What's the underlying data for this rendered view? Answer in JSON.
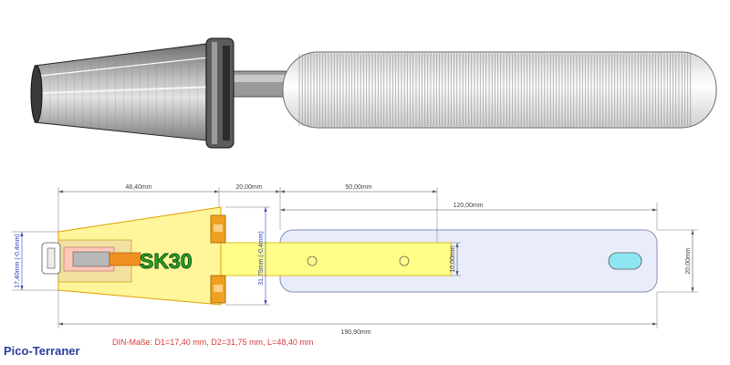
{
  "drawing": {
    "model_label": "SK30",
    "caption": "DIN-Maße: D1=17,40 mm, D2=31,75 mm, L=48,40 mm",
    "brand": "Pico-Terraner",
    "dimensions": {
      "cone_length": "48,40mm",
      "cone_to_handle": "20,00mm",
      "shaft_length": "50,00mm",
      "handle_length": "120,00mm",
      "total_length": "190,90mm",
      "d1": "17,40mm (-0,4mm)",
      "d2": "31,75mm (-0,4mm)",
      "shaft_height": "10,00mm",
      "handle_height": "20,00mm"
    },
    "colors": {
      "cone_fill": "#fff59a",
      "cone_stroke": "#e0a000",
      "flange": "#f0a020",
      "handle_fill": "#e9ecfb",
      "handle_stroke": "#8a8fb4",
      "shaft_fill": "#ffff88",
      "label_green": "#2aa52a",
      "dim_blue": "#3040c0",
      "slot_fill": "#8ee6f2"
    }
  }
}
